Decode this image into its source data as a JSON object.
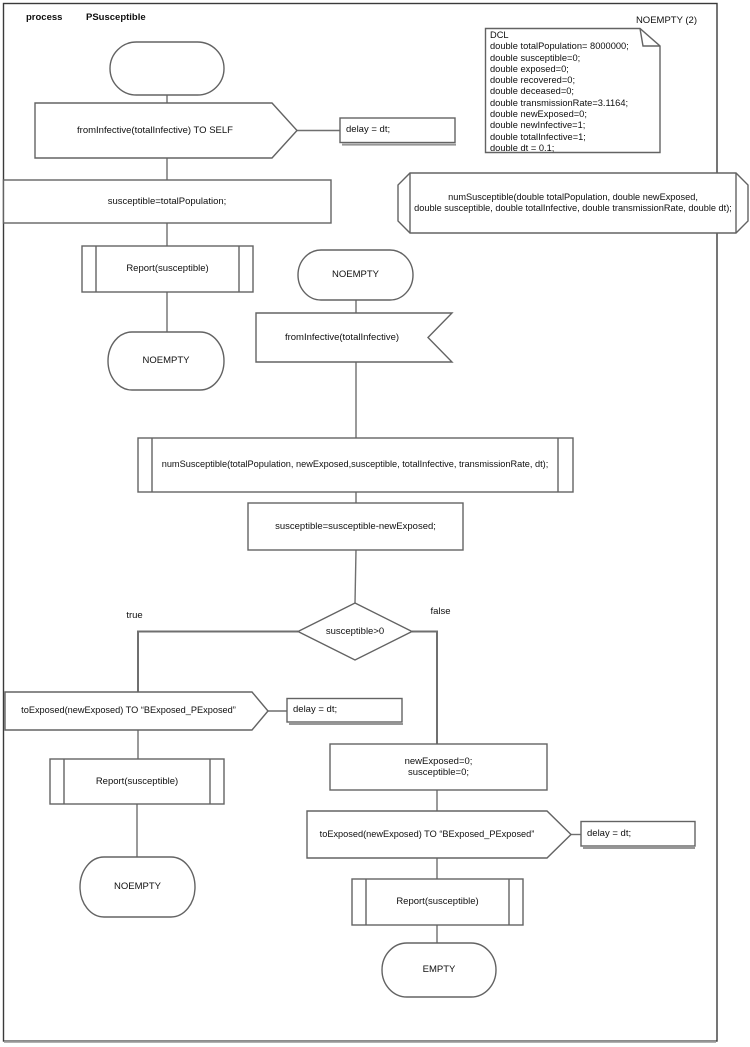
{
  "header": {
    "kind_label": "process",
    "process_name": "PSusceptible",
    "page_ref": "NOEMPTY (2)"
  },
  "dcl_note": {
    "lines": [
      "DCL",
      "double totalPopulation= 8000000;",
      "double susceptible=0;",
      "double exposed=0;",
      "double recovered=0;",
      "double deceased=0;",
      "double transmissionRate=3.1164;",
      "double newExposed=0;",
      "double newInfective=1;",
      "double totalInfective=1;",
      "double dt = 0.1;"
    ]
  },
  "procedure_declaration": {
    "lines": [
      "numSusceptible(double totalPopulation, double newExposed,",
      "double susceptible, double totalInfective, double transmissionRate, double dt);"
    ]
  },
  "nodes": {
    "send_to_self": "fromInfective(totalInfective) TO SELF",
    "delay_comment_1": "delay = dt;",
    "init_susceptible": "susceptible=totalPopulation;",
    "report_1": "Report(susceptible)",
    "state_noempty_1": "NOEMPTY",
    "state_noempty_2": "NOEMPTY",
    "receive_from_infective": "fromInfective(totalInfective)",
    "call_num_susceptible": "numSusceptible(totalPopulation, newExposed,susceptible, totalInfective, transmissionRate, dt);",
    "update_susceptible": "susceptible=susceptible-newExposed;",
    "decision_condition": "susceptible>0",
    "branch_true": "true",
    "branch_false": "false",
    "send_to_exposed_true": "toExposed(newExposed) TO “BExposed_PExposed”",
    "delay_comment_2": "delay = dt;",
    "report_2": "Report(susceptible)",
    "state_noempty_3": "NOEMPTY",
    "reset_lines": [
      "newExposed=0;",
      "susceptible=0;"
    ],
    "send_to_exposed_false": "toExposed(newExposed) TO “BExposed_PExposed”",
    "delay_comment_3": "delay = dt;",
    "report_3": "Report(susceptible)",
    "state_empty": "EMPTY"
  },
  "colors": {
    "shape_stroke": "#636363",
    "connector": "#7a7a7a",
    "frame": "#3a3a3a",
    "shadow": "#969696"
  }
}
